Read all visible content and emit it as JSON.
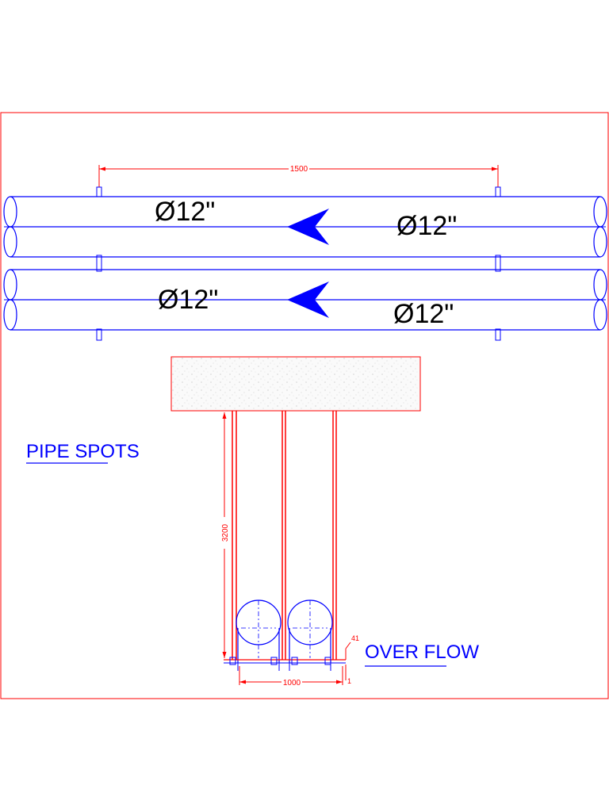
{
  "colors": {
    "border": "#ff0000",
    "pipe": "#0000ff",
    "dimension": "#ff0000",
    "label_text": "#000000",
    "title_text": "#0000ff",
    "arrow": "#0000ff"
  },
  "plan_view": {
    "dimension_top": "1500",
    "pipe_labels": {
      "upper_left": "Ø12\"",
      "upper_right": "Ø12\"",
      "lower_left": "Ø12\"",
      "lower_right": "Ø12\""
    },
    "flow_direction": "left"
  },
  "section_view": {
    "title": "PIPE SPOTS",
    "overflow_label": "OVER FLOW",
    "dimension_height": "3200",
    "dimension_width": "1000",
    "dimension_overflow": "41",
    "dimension_small": "1"
  }
}
